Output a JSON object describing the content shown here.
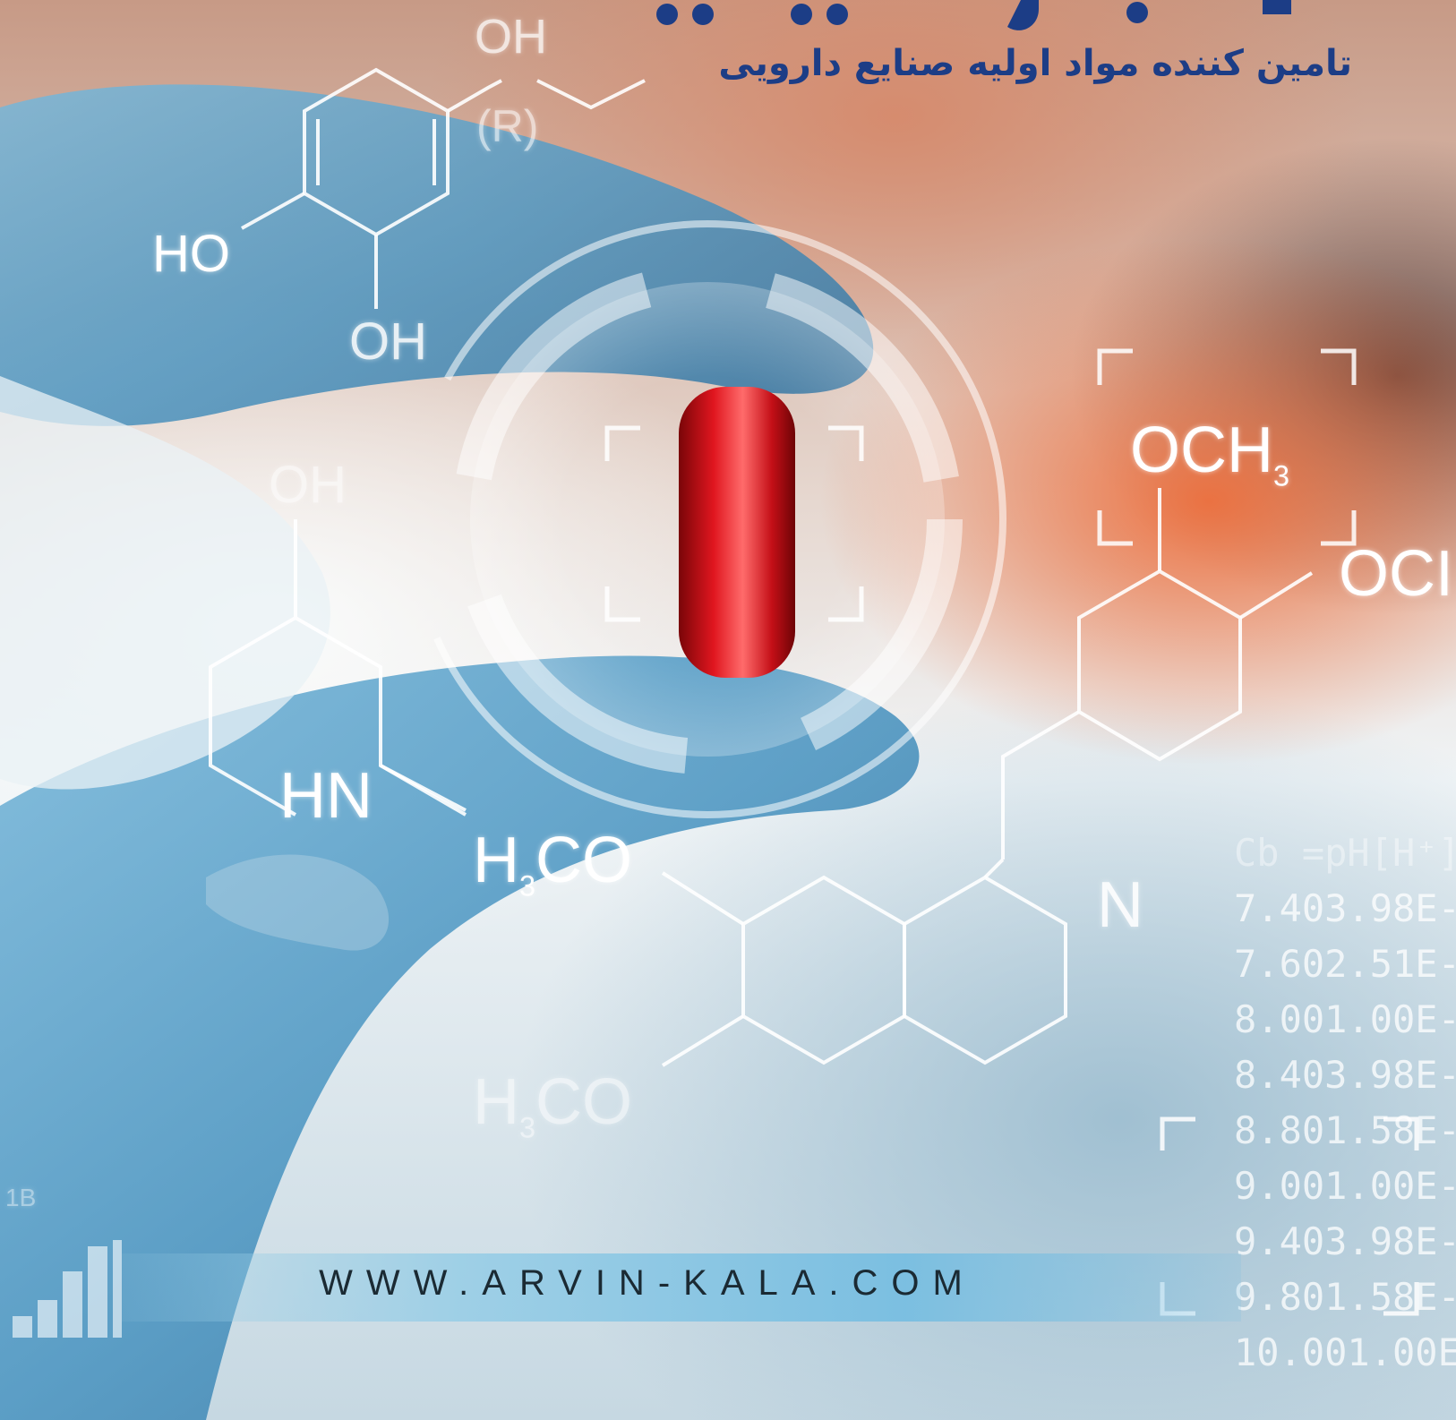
{
  "brand": {
    "tagline": "تامین کننده مواد اولیه صنایع دارویی",
    "website": "WWW.ARVIN-KALA.COM",
    "accent": "#1c3d86"
  },
  "formulas": {
    "oh_top": "OH",
    "r_label": "(R)",
    "ho_left": "HO",
    "oh_mid": "OH",
    "oh_lower": "OH",
    "och3_main": "OCH",
    "och3_sub": "3",
    "oc_right": "OCI",
    "hn": "HN",
    "h3co_upper_h": "H",
    "h3co_upper_sub": "3",
    "h3co_upper_co": "CO",
    "h3co_lower_h": "H",
    "h3co_lower_sub": "3",
    "h3co_lower_co": "CO",
    "n": "N",
    "label_1b": "1B"
  },
  "data_table": {
    "header": "Cb =pH[H⁺]",
    "rows": [
      "7.403.98E-",
      "7.602.51E-",
      "8.001.00E-",
      "8.403.98E-",
      "8.801.58E-",
      "9.001.00E-",
      "9.403.98E-",
      "9.801.58E-",
      "10.001.00E"
    ]
  },
  "colors": {
    "pill": "#d6121b",
    "glove": "#5aa2c9",
    "warm_bg": "#e66c3c"
  }
}
